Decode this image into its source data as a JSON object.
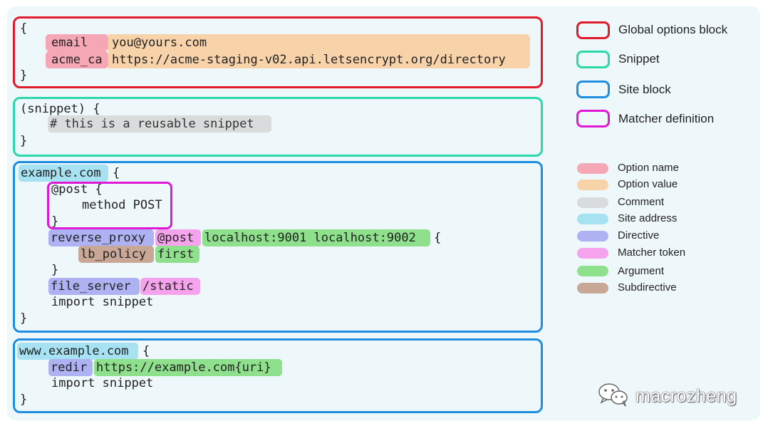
{
  "global_block": {
    "open_brace": "{",
    "email_name": "email",
    "email_value": "you@yours.com",
    "acme_name": "acme_ca",
    "acme_value": "https://acme-staging-v02.api.letsencrypt.org/directory",
    "close_brace": "}"
  },
  "snippet_block": {
    "open_line": "(snippet) {",
    "comment": "# this is a reusable snippet",
    "close_brace": "}"
  },
  "site_block": {
    "address": "example.com",
    "open_brace": "{",
    "matcher_open": "@post {",
    "matcher_body": "method POST",
    "matcher_close": "}",
    "reverse_proxy": "reverse_proxy",
    "proxy_matcher": "@post",
    "proxy_args": "localhost:9001 localhost:9002",
    "proxy_open": "{",
    "lb_policy": "lb_policy",
    "lb_arg": "first",
    "proxy_close": "}",
    "file_server": "file_server",
    "file_server_matcher": "/static",
    "import": "import snippet",
    "close_brace": "}"
  },
  "www_block": {
    "address": "www.example.com",
    "open_brace": "{",
    "redir": "redir",
    "redir_arg": "https://example.com{uri}",
    "import": "import snippet",
    "close_brace": "}"
  },
  "legend": {
    "blocks": [
      {
        "label": "Global options block",
        "color": "#e01c2a"
      },
      {
        "label": "Snippet",
        "color": "#2bd8a9"
      },
      {
        "label": "Site block",
        "color": "#1f8ee0"
      },
      {
        "label": "Matcher definition",
        "color": "#e019d6"
      }
    ],
    "tokens": [
      {
        "label": "Option name",
        "color": "#f6a7b5"
      },
      {
        "label": "Option value",
        "color": "#f8d2a8"
      },
      {
        "label": "Comment",
        "color": "#d9dcdc"
      },
      {
        "label": "Site address",
        "color": "#a6e2f2"
      },
      {
        "label": "Directive",
        "color": "#aeb1f2"
      },
      {
        "label": "Matcher token",
        "color": "#f4a3ec"
      },
      {
        "label": "Argument",
        "color": "#8fe08c"
      },
      {
        "label": "Subdirective",
        "color": "#c9a797"
      }
    ]
  },
  "watermark": {
    "text": "macrozheng",
    "icon": "wechat-icon"
  }
}
